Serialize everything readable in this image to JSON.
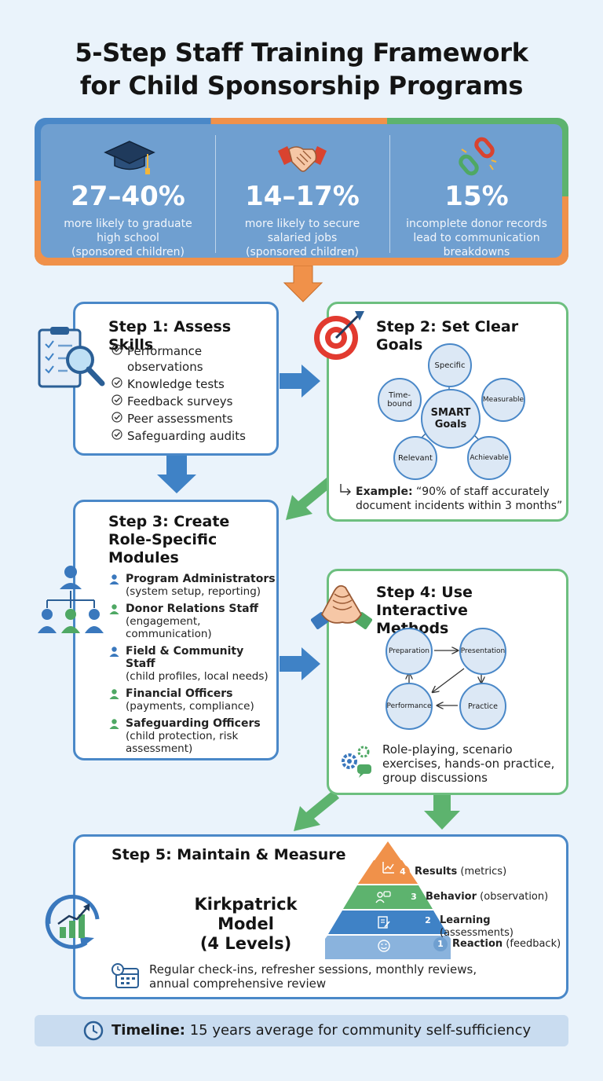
{
  "title": {
    "line1": "5-Step Staff Training Framework",
    "line2": "for Child Sponsorship Programs"
  },
  "stats": [
    {
      "icon": "graduation-cap-icon",
      "number": "27–40%",
      "desc": [
        "more likely to graduate",
        "high school",
        "(sponsored children)"
      ]
    },
    {
      "icon": "handshake-icon",
      "number": "14–17%",
      "desc": [
        "more likely to secure",
        "salaried jobs",
        "(sponsored children)"
      ]
    },
    {
      "icon": "broken-chain-icon",
      "number": "15%",
      "desc": [
        "incomplete donor records",
        "lead to communication",
        "breakdowns"
      ]
    }
  ],
  "step1": {
    "title": "Step 1: Assess Skills",
    "items": [
      "Performance observations",
      "Knowledge tests",
      "Feedback surveys",
      "Peer assessments",
      "Safeguarding audits"
    ]
  },
  "step2": {
    "title": "Step 2: Set Clear Goals",
    "center": [
      "SMART",
      "Goals"
    ],
    "nodes": [
      "Specific",
      "Measurable",
      "Achievable",
      "Relevant",
      "Time-bound"
    ],
    "example_label": "Example:",
    "example_line1": " “90% of staff accurately",
    "example_line2": "document incidents within 3 months”"
  },
  "step3": {
    "title": [
      "Step 3: Create",
      "Role-Specific",
      "Modules"
    ],
    "roles": [
      {
        "name": "Program Administrators",
        "detail": "(system setup, reporting)",
        "color": "#3a78bd"
      },
      {
        "name": "Donor Relations Staff",
        "detail": "(engagement, communication)",
        "color": "#4fa864"
      },
      {
        "name": "Field & Community Staff",
        "detail": "(child profiles, local needs)",
        "color": "#3a78bd"
      },
      {
        "name": "Financial Officers",
        "detail": "(payments, compliance)",
        "color": "#4fa864"
      },
      {
        "name": "Safeguarding Officers",
        "detail": "(child protection, risk assessment)",
        "color": "#4fa864"
      }
    ]
  },
  "step4": {
    "title": [
      "Step 4: Use Interactive",
      "Methods"
    ],
    "cycle": [
      "Preparation",
      "Presentation",
      "Practice",
      "Performance"
    ],
    "methods": [
      "Role-playing, scenario",
      "exercises, hands-on practice,",
      "group discussions"
    ]
  },
  "step5": {
    "title": "Step 5: Maintain & Measure",
    "model": [
      "Kirkpatrick Model",
      "(4 Levels)"
    ],
    "levels": [
      {
        "num": "4",
        "name": "Results",
        "detail": " (metrics)",
        "color": "#f0914a"
      },
      {
        "num": "3",
        "name": "Behavior",
        "detail": " (observation)",
        "color": "#5db36e"
      },
      {
        "num": "2",
        "name": "Learning",
        "detail": " (assessments)",
        "color": "#3f82c6"
      },
      {
        "num": "1",
        "name": "Reaction",
        "detail": " (feedback)",
        "color": "#6f9fd0"
      }
    ],
    "note": [
      "Regular check-ins, refresher sessions, monthly reviews,",
      "annual comprehensive review"
    ]
  },
  "timeline": {
    "label": "Timeline:",
    "text": " 15 years average for community self-sufficiency"
  },
  "colors": {
    "blue": "#4a88c8",
    "green": "#6dbf7f",
    "orange": "#f0914a"
  }
}
